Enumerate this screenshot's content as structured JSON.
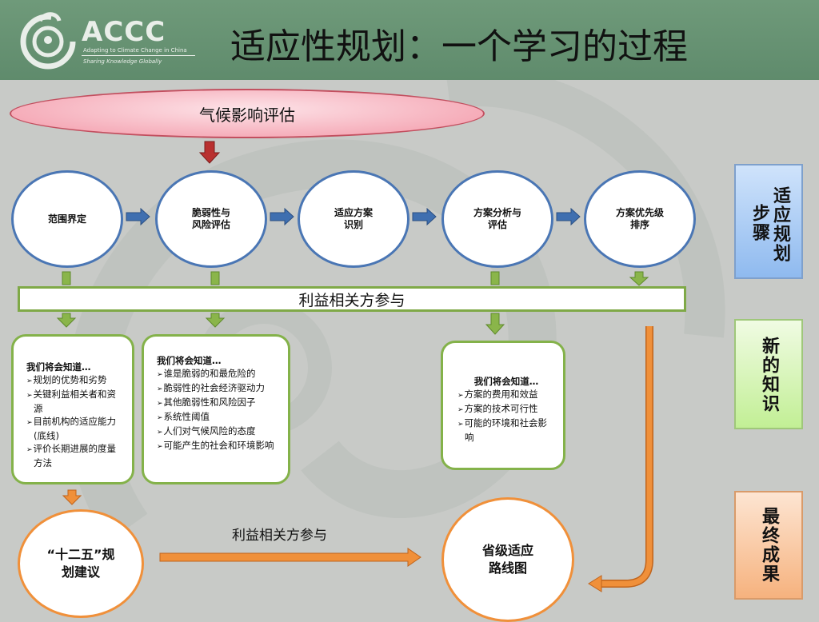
{
  "header": {
    "logo_text": "ACCC",
    "logo_subtitle": "Adapting to Climate Change in China",
    "logo_tagline": "Sharing Knowledge Globally",
    "title": "适应性规划：一个学习的过程"
  },
  "top_ellipse": {
    "label": "气候影响评估"
  },
  "steps": [
    {
      "line1": "范围界定",
      "line2": ""
    },
    {
      "line1": "脆弱性与",
      "line2": "风险评估"
    },
    {
      "line1": "适应方案",
      "line2": "识别"
    },
    {
      "line1": "方案分析与",
      "line2": "评估"
    },
    {
      "line1": "方案优先级",
      "line2": "排序"
    }
  ],
  "stakeholder_bar": {
    "label": "利益相关方参与"
  },
  "knowledge_boxes": [
    {
      "heading": "我们将会知道…",
      "items": [
        "规划的优势和劣势",
        "关键利益相关者和资源",
        "目前机构的适应能力(底线)",
        "评价长期进展的度量方法"
      ]
    },
    {
      "heading": "我们将会知道…",
      "items": [
        "谁是脆弱的和最危险的",
        "脆弱性的社会经济驱动力",
        "其他脆弱性和风险因子",
        "系统性阈值",
        "人们对气候风险的态度",
        "可能产生的社会和环境影响"
      ]
    },
    {
      "heading": "我们将会知道…",
      "items": [
        "方案的费用和效益",
        "方案的技术可行性",
        "可能的环境和社会影响"
      ]
    }
  ],
  "outcomes": {
    "left": {
      "line1": "“十二五”规",
      "line2": "划建议"
    },
    "right": {
      "line1": "省级适应",
      "line2": "路线图"
    },
    "connector_label": "利益相关方参与"
  },
  "side_labels": {
    "steps": {
      "col1": "步骤",
      "col2": "适应规划"
    },
    "knowledge": {
      "col1": "新的知识"
    },
    "outcome": {
      "col1": "最终成果"
    }
  },
  "colors": {
    "header_bg": "#6f9a7a",
    "step_border": "#4a76b4",
    "knowledge_border": "#84b24a",
    "outcome_border": "#f0903a",
    "arrow_red": "#b9302f",
    "arrow_blue": "#3f6fb0",
    "arrow_green": "#8ab54a",
    "arrow_orange": "#e97a27"
  }
}
